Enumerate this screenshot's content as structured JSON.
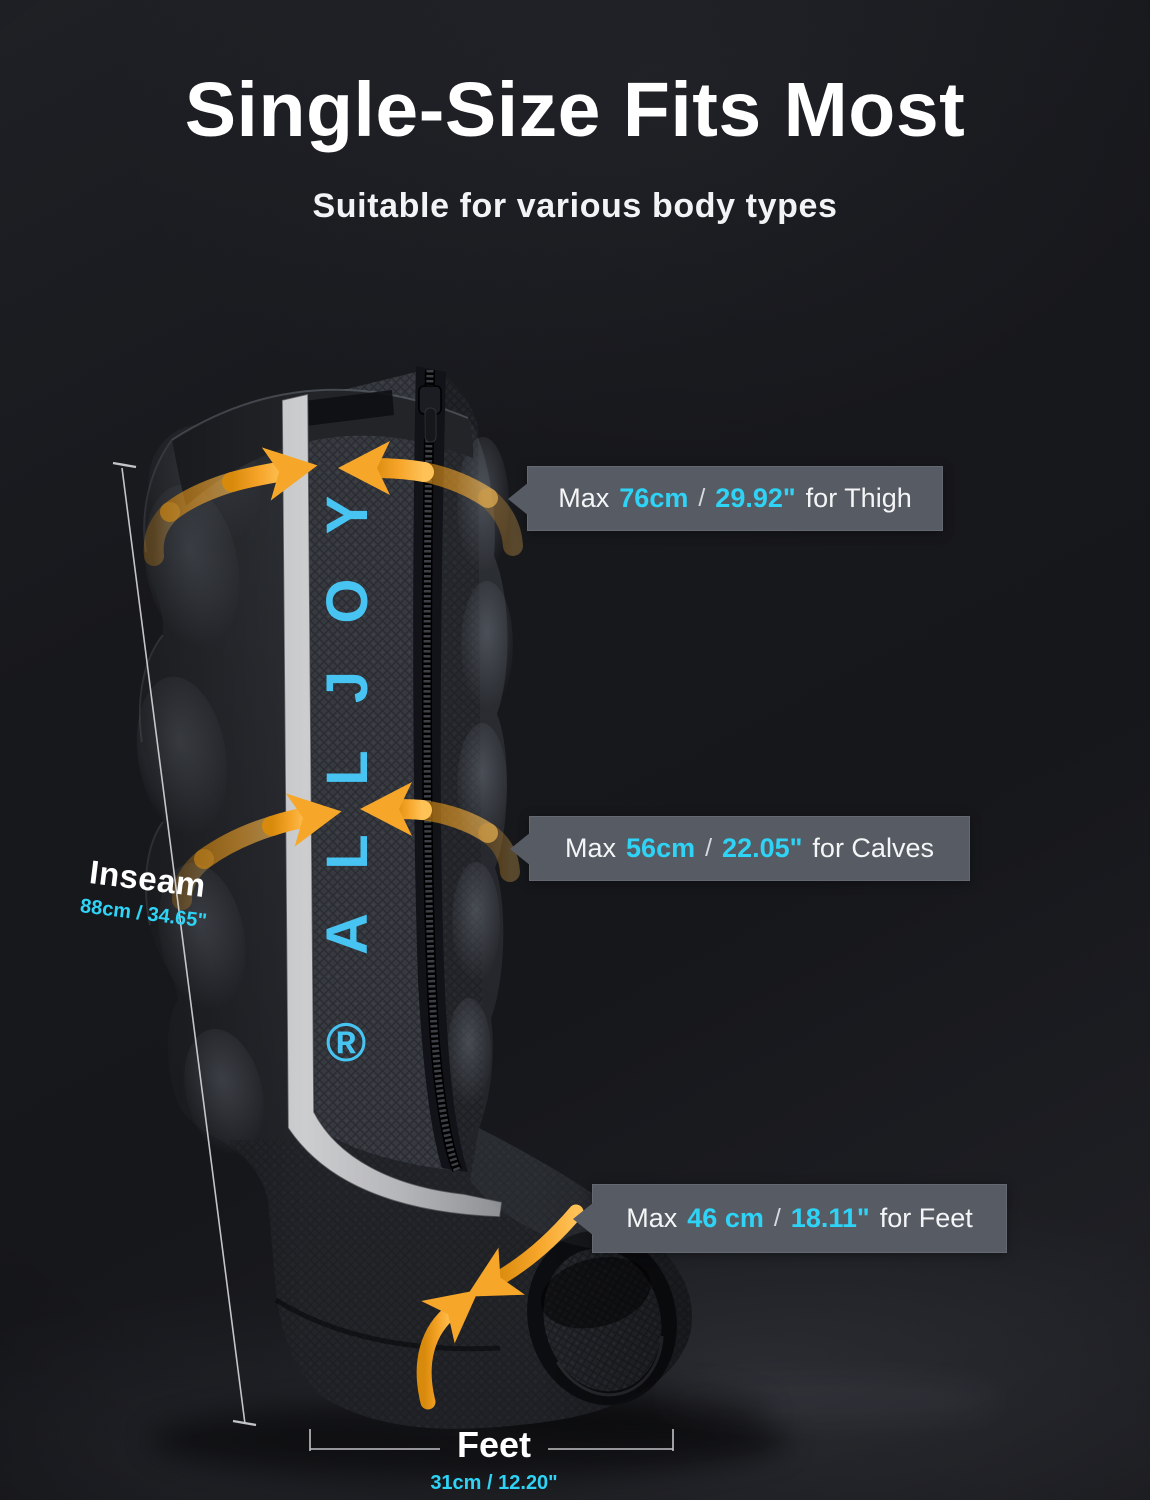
{
  "header": {
    "title": "Single-Size Fits Most",
    "subtitle": "Suitable for various body types"
  },
  "brand": {
    "name": "ALLJOY",
    "letters": [
      "Y",
      "O",
      "J",
      "L",
      "L",
      "A"
    ],
    "registered_mark": "®"
  },
  "callouts": {
    "thigh": {
      "max_label": "Max",
      "metric_value": "76cm",
      "divider": "/",
      "imperial_value": "29.92\"",
      "for_label": "for Thigh"
    },
    "calves": {
      "max_label": "Max",
      "metric_value": "56cm",
      "divider": "/",
      "imperial_value": "22.05\"",
      "for_label": "for Calves"
    },
    "feet": {
      "max_label": "Max",
      "metric_value": "46 cm",
      "divider": "/",
      "imperial_value": "18.11\"",
      "for_label": "for Feet"
    }
  },
  "measurements": {
    "inseam": {
      "label": "Inseam",
      "value": "88cm / 34.65\""
    },
    "feet": {
      "label": "Feet",
      "value": "31cm / 12.20\""
    }
  },
  "colors": {
    "accent_cyan": "#2ed3f5",
    "brand_letter_blue": "#47c4f2",
    "arrow_orange": "#f5a428",
    "callout_background": "#575c64",
    "background": "#17181c"
  }
}
